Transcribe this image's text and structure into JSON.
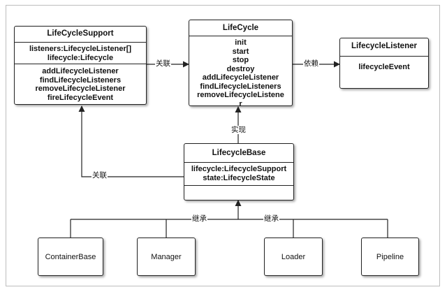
{
  "lifecycle_support": {
    "title": "LifeCycleSupport",
    "fields": [
      "listeners:LifecycleListener[]",
      "lifecycle:Lifecycle"
    ],
    "methods": [
      "addLifecycleListener",
      "findLifecycleListeners",
      "removeLifecycleListener",
      "fireLifecycleEvent"
    ]
  },
  "lifecycle": {
    "title": "LifeCycle",
    "methods": [
      "init",
      "start",
      "stop",
      "destroy",
      "addLifecycleListener",
      "findLifecycleListeners",
      "removeLifecycleListene",
      "r"
    ]
  },
  "lifecycle_listener": {
    "title": "LifecycleListener",
    "methods": [
      "lifecycleEvent"
    ]
  },
  "lifecycle_base": {
    "title": "LifecycleBase",
    "fields": [
      "lifecycle:LifecycleSupport",
      "state:LifecycleState"
    ]
  },
  "subclasses": {
    "container_base": "ContainerBase",
    "manager": "Manager",
    "loader": "Loader",
    "pipeline": "Pipeline"
  },
  "edge_labels": {
    "support_to_lifecycle": "关联",
    "lifecycle_to_listener": "依赖",
    "base_to_lifecycle": "实现",
    "base_to_support": "关联",
    "inherit_left": "继承",
    "inherit_right": "继承"
  }
}
